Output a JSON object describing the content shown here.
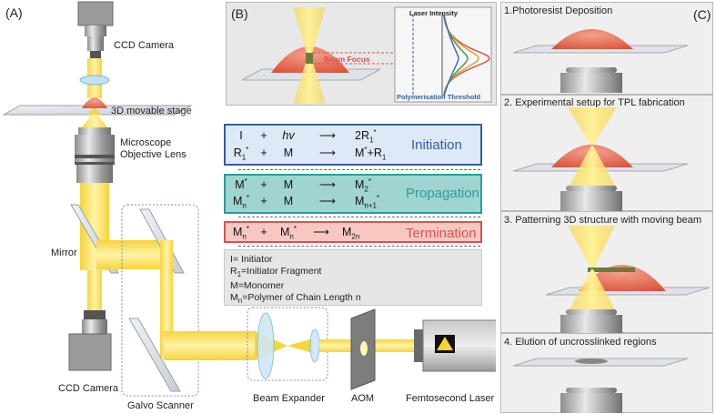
{
  "panels": {
    "a": "(A)",
    "b": "(B)",
    "c": "(C)"
  },
  "setup_labels": {
    "ccd_top": "CCD Camera",
    "stage": "3D movable stage",
    "objective_line1": "Microscope",
    "objective_line2": "Objective Lens",
    "mirror": "Mirror",
    "ccd_bottom": "CCD Camera",
    "galvo": "Galvo Scanner",
    "beam_expander": "Beam Expander",
    "aom": "AOM",
    "laser": "Femtosecond Laser"
  },
  "panel_b": {
    "laser_intensity": "Laser Intensity",
    "beam_focus": "Beam Focus",
    "threshold": "Polymerisation Threshold"
  },
  "reactions": {
    "initiation": {
      "title": "Initiation",
      "line1": {
        "a": "I",
        "op": "+",
        "b": "hv",
        "prod": "2R",
        "prod_sub": "1",
        "prod_sup": "*"
      },
      "line2": {
        "a": "R",
        "a_sub": "1",
        "a_sup": "*",
        "op": "+",
        "b": "M",
        "prod": "M",
        "prod_sup": "*",
        "prod_tail": "+R",
        "prod_tail_sub": "1"
      }
    },
    "propagation": {
      "title": "Propagation",
      "line1": {
        "a": "M",
        "a_sup": "*",
        "op": "+",
        "b": "M",
        "prod": "M",
        "prod_sub": "2",
        "prod_sup": "*"
      },
      "line2": {
        "a": "M",
        "a_sub": "n",
        "a_sup": "*",
        "op": "+",
        "b": "M",
        "prod": "M",
        "prod_sub": "n+1",
        "prod_sup": "*"
      }
    },
    "termination": {
      "title": "Termination",
      "line1": {
        "a": "M",
        "a_sub": "n",
        "a_sup": "*",
        "op": "+",
        "b": "M",
        "b_sub": "n",
        "b_sup": "*",
        "prod": "M",
        "prod_sub": "2n"
      }
    }
  },
  "legend": {
    "l1": "I= Initiator",
    "l2_main": "R",
    "l2_sub": "1",
    "l2_rest": "=Initiator Fragment",
    "l3": "M=Monomer",
    "l4_main": "M",
    "l4_sub": "n",
    "l4_rest": "=Polymer of Chain Length n"
  },
  "steps": [
    "1.Photoresist Deposition",
    "2. Experimental setup for TPL fabrication",
    "3. Patterning 3D structure with moving beam",
    "4. Elution of uncrosslinked regions"
  ],
  "colors": {
    "initiation": "#2f5fa8",
    "propagation": "#2a9d9d",
    "termination": "#d9534f",
    "beam": "#f7d94c",
    "droplet": "#e5735a"
  }
}
